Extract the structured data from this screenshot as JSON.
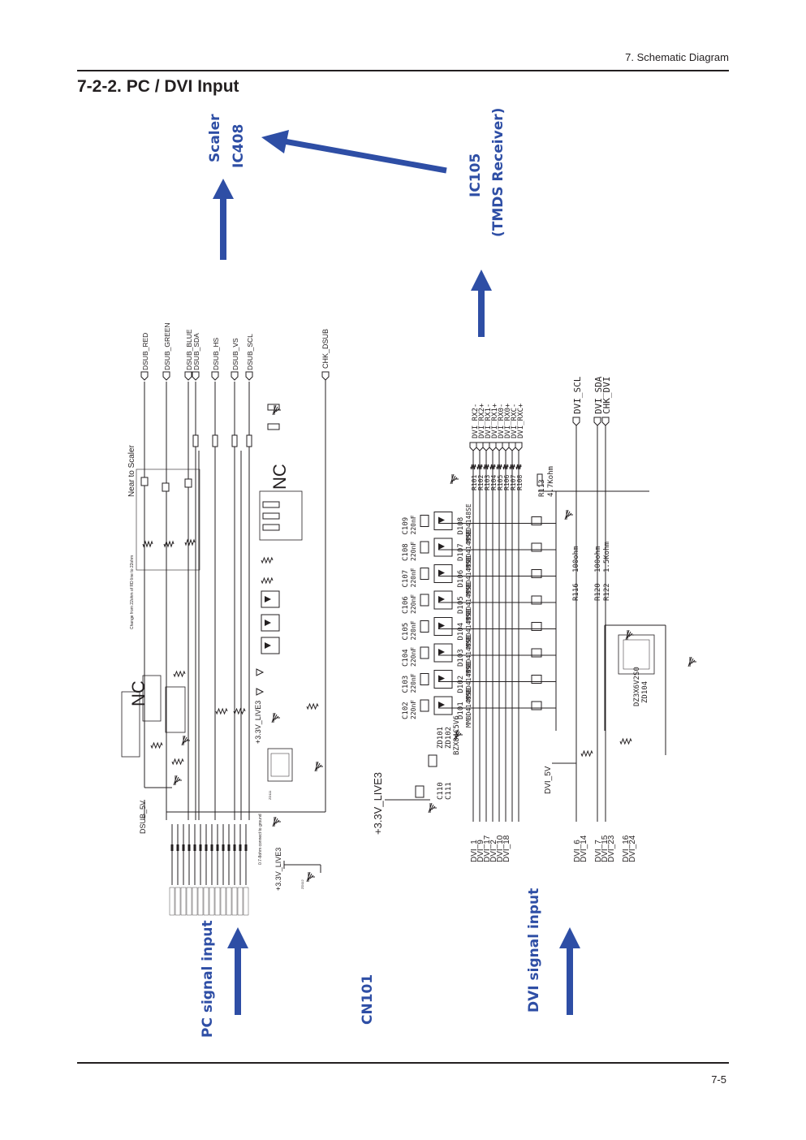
{
  "header": {
    "section": "7. Schematic Diagram"
  },
  "title": "7-2-2. PC / DVI Input",
  "footer": {
    "page_number": "7-5"
  },
  "annotations": {
    "scaler_line1": "Scaler",
    "scaler_line2": "IC408",
    "ic105_line1": "IC105",
    "ic105_line2": "(TMDS Receiver)",
    "pc_signal": "PC signal input",
    "cn101": "CN101",
    "dvi_signal": "DVI signal input",
    "accent_color": "#2e4ea5"
  },
  "schematic": {
    "near_to_scaler": "Near to Scaler",
    "change_note": "Change from 22ohm of RD line to 22ohm",
    "nc_label": "NC",
    "power_3v3": "+3.3V_LIVE3",
    "dsub_5v": "DSUB_5V",
    "dvi_5v": "DVI_5V",
    "gnd_note": "0.7-8ohm connect to ground",
    "dsub_outputs": [
      "DSUB_RED",
      "DSUB_GREEN",
      "DSUB_BLUE",
      "DSUB_SDA",
      "DSUB_HS",
      "DSUB_VS",
      "DSUB_SCL"
    ],
    "chk_dsub": "CHK_DSUB",
    "dvi_rx_outputs": [
      "DVI_RX2-",
      "DVI_RX2+",
      "DVI_RX1-",
      "DVI_RX1+",
      "DVI_RX0-",
      "DVI_RX0+",
      "DVI_RXC-",
      "DVI_RXC+"
    ],
    "dvi_ctrl_outputs": [
      "DVI_SCL",
      "DVI_SDA",
      "CHK_DVI"
    ],
    "dvi_inputs": [
      "DVI_1",
      "DVI_9",
      "DVI_17",
      "DVI_2",
      "DVI_10",
      "DVI_18",
      "DVI_6",
      "DVI_14",
      "DVI_7",
      "DVI_15",
      "DVI_23",
      "DVI_16",
      "DVI_24"
    ],
    "cap_labels": [
      "C102",
      "C103",
      "C104",
      "C105",
      "C106",
      "C107",
      "C108",
      "C109"
    ],
    "diode_labels": [
      "D101",
      "D102",
      "D103",
      "D104",
      "D105",
      "D106",
      "D107",
      "D108"
    ],
    "diode_part": "MMBD4148SE",
    "res_labels": [
      "R101",
      "R102",
      "R103",
      "R104",
      "R105",
      "R106",
      "R107",
      "R108"
    ],
    "res_value": "22ohm",
    "r113": "R113",
    "r113_value": "4.7Kohm",
    "r116": "R116",
    "r116_value": "100ohm",
    "r120": "R120",
    "r120_value": "100ohm",
    "r122": "R122",
    "r122_value": "1.5Kohm",
    "zd104": "ZD104",
    "zd104_part": "DZ3X6V2S0",
    "zd_labels": [
      "ZD101",
      "ZD102"
    ],
    "zd_part": "BZX84C5V6",
    "c110": "C110",
    "c111": "C111",
    "zd111": "ZD111",
    "zd112": "ZD112"
  }
}
